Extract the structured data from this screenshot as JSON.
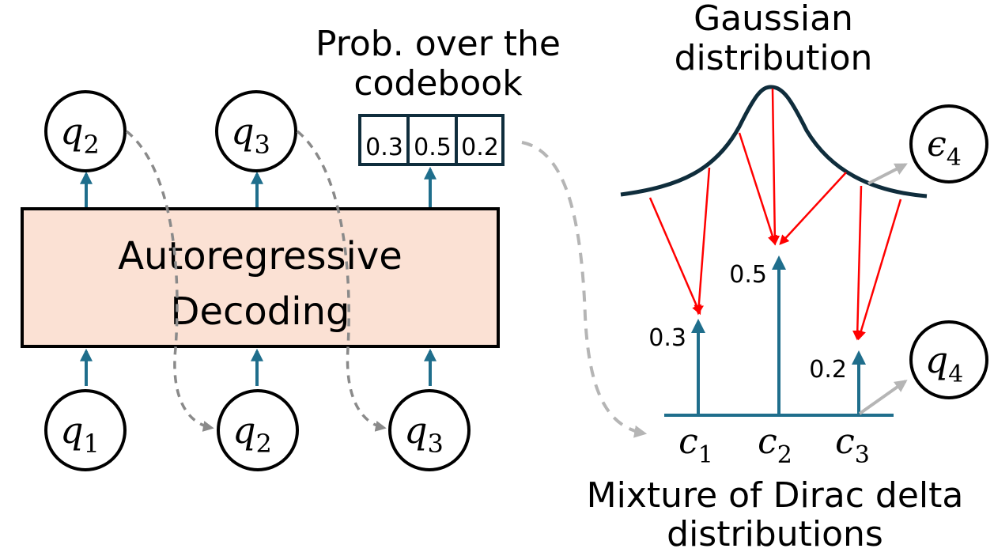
{
  "decoder": {
    "label_line1": "Autoregressive",
    "label_line2": "Decoding"
  },
  "codebook_title": {
    "line1": "Prob. over the",
    "line2": "codebook"
  },
  "codebook_probs": [
    "0.3",
    "0.5",
    "0.2"
  ],
  "gaussian_title": {
    "line1": "Gaussian",
    "line2": "distribution"
  },
  "dirac_title": {
    "line1": "Mixture of Dirac delta",
    "line2": "distributions"
  },
  "inputs": [
    {
      "var": "q",
      "sub": "1"
    },
    {
      "var": "q",
      "sub": "2"
    },
    {
      "var": "q",
      "sub": "3"
    }
  ],
  "outputs": [
    {
      "var": "q",
      "sub": "2"
    },
    {
      "var": "q",
      "sub": "3"
    }
  ],
  "noise": {
    "var": "ϵ",
    "sub": "4"
  },
  "result": {
    "var": "q",
    "sub": "4"
  },
  "dirac_spikes": [
    {
      "var": "c",
      "sub": "1",
      "weight_label": "0.3",
      "weight": 0.3
    },
    {
      "var": "c",
      "sub": "2",
      "weight_label": "0.5",
      "weight": 0.5
    },
    {
      "var": "c",
      "sub": "3",
      "weight_label": "0.2",
      "weight": 0.2
    }
  ],
  "colors": {
    "decoder_fill": "#fbe1d4",
    "arrow_blue": "#1f6e8c",
    "curve": "#0f2d3c",
    "red_arrow": "#ff0000",
    "dashed_gray": "#8a8a8a",
    "light_gray": "#b5b5b5"
  }
}
